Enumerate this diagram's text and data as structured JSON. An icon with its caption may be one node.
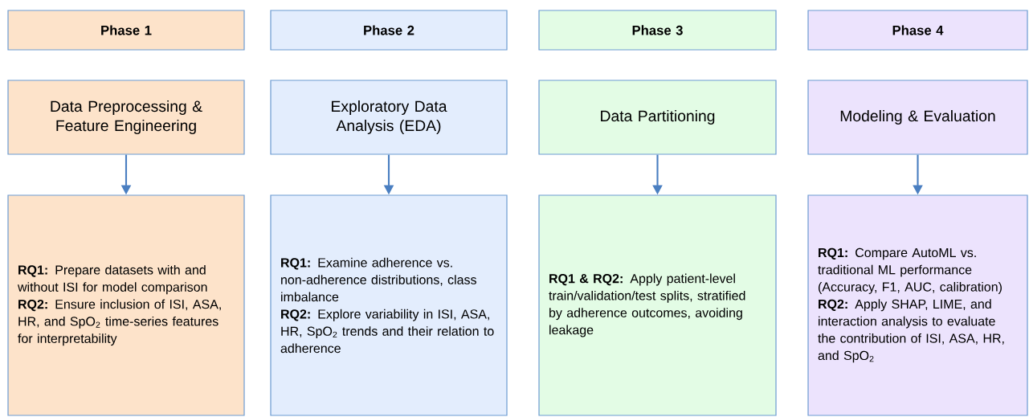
{
  "diagram": {
    "nodes": [
      {
        "text": [
          "Phase 1"
        ]
      },
      {
        "text": [
          "Phase 2"
        ]
      },
      {
        "text": [
          "Phase 3"
        ]
      },
      {
        "text": [
          "Phase 4"
        ]
      },
      {
        "text": [
          "Data Preprocessing & Feature Engineering"
        ]
      },
      {
        "text": [
          "Exploratory Data Analysis (EDA)"
        ]
      },
      {
        "text": [
          "Data Partitioning"
        ]
      },
      {
        "text": [
          "Modeling & Evaluation"
        ]
      },
      {
        "text": [
          "**RQ1:** Prepare datasets with and without ISI for model comparison",
          "**RQ2:** Ensure inclusion of ISI, ASA, HR, and SpO$_{2}$ time-series features for interpretability"
        ]
      },
      {
        "text": [
          "**RQ1:** Examine adherence vs. non-adherence distributions, class imbalance",
          "**RQ2:** Explore variability in ISI, ASA, HR, SpO$_{2}$ trends and their relation to adherence"
        ]
      },
      {
        "text": [
          "**RQ1 & RQ2:** Apply patient-level train/validation/test splits, stratified by adherence outcomes, avoiding leakage"
        ]
      },
      {
        "text": [
          "**RQ1:** Compare AutoML vs. traditional ML performance (Accuracy, F1, AUC, calibration)",
          "**RQ2:** Apply SHAP, LIME, and interaction analysis to evaluate the contribution of ISI, ASA, HR, and SpO$_{2}$"
        ]
      }
    ],
    "edges": [
      {
        "from": 4,
        "to": 8,
        "arrow": "to"
      },
      {
        "from": 5,
        "to": 9,
        "arrow": "to"
      },
      {
        "from": 6,
        "to": 10,
        "arrow": "to"
      },
      {
        "from": 7,
        "to": 11,
        "arrow": "to"
      }
    ]
  }
}
